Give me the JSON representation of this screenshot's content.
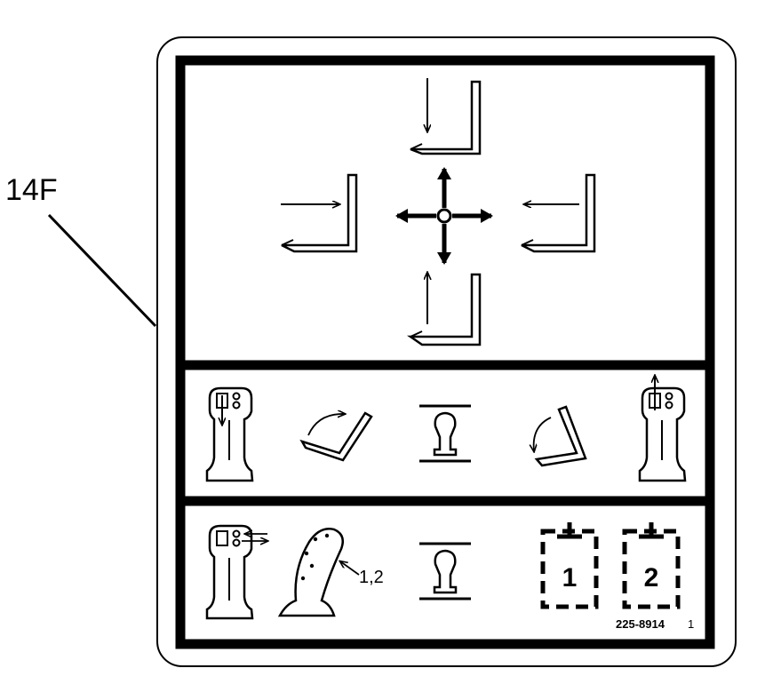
{
  "callout": {
    "label": "14F"
  },
  "mid_panel": {},
  "bottom_panel": {
    "pointer_label": "1,2",
    "mode_1": "1",
    "mode_2": "2",
    "part_number": "225-8914",
    "revision": "1"
  },
  "colors": {
    "ink": "#000000",
    "paper": "#ffffff"
  },
  "icons": [
    "fork-lower-icon",
    "fork-raise-icon",
    "fork-right-icon",
    "fork-left-icon",
    "four-way-arrows-icon",
    "joystick-icon",
    "tilt-icon",
    "spool-icon",
    "grip-handle-icon",
    "mode-box-icon"
  ]
}
